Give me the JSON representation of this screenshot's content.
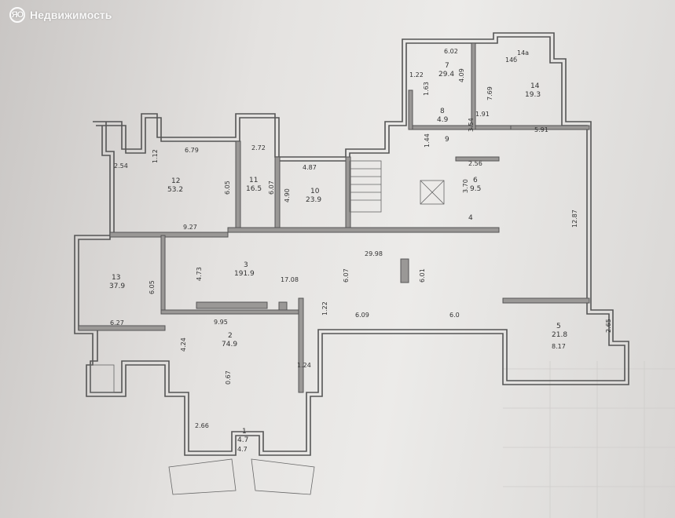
{
  "watermark": {
    "logo_text": "ЯО",
    "text": "Недвижимость"
  },
  "rooms": [
    {
      "id": "r1",
      "number": "1",
      "area": "4.7"
    },
    {
      "id": "r2",
      "number": "2",
      "area": "74.9"
    },
    {
      "id": "r3",
      "number": "3",
      "area": "191.9"
    },
    {
      "id": "r4",
      "number": "4",
      "area": ""
    },
    {
      "id": "r5",
      "number": "5",
      "area": "21.8"
    },
    {
      "id": "r6",
      "number": "6",
      "area": "9.5"
    },
    {
      "id": "r7",
      "number": "7",
      "area": "29.4"
    },
    {
      "id": "r8",
      "number": "8",
      "area": "4.9"
    },
    {
      "id": "r9",
      "number": "9",
      "area": ""
    },
    {
      "id": "r10",
      "number": "10",
      "area": "23.9"
    },
    {
      "id": "r11",
      "number": "11",
      "area": "16.5"
    },
    {
      "id": "r12",
      "number": "12",
      "area": "53.2"
    },
    {
      "id": "r13",
      "number": "13",
      "area": "37.9"
    },
    {
      "id": "r14",
      "number": "14",
      "area": "19.3"
    },
    {
      "id": "r14a",
      "number": "14a",
      "area": ""
    },
    {
      "id": "r14b",
      "number": "14б",
      "area": ""
    }
  ],
  "dimensions": [
    "6.02",
    "1.22",
    "4.09",
    "1.63",
    "7.69",
    "1.91",
    "3.54",
    "1.44",
    "5.91",
    "6.79",
    "2.72",
    "1.12",
    "2.54",
    "6.05",
    "6.07",
    "4.90",
    "4.87",
    "9.27",
    "2.56",
    "3.70",
    "12.87",
    "29.98",
    "4.73",
    "17.08",
    "6.07",
    "6.01",
    "6.05",
    "6.27",
    "9.95",
    "1.22",
    "6.09",
    "6.0",
    "2.65",
    "8.17",
    "4.24",
    "1.24",
    "0.67",
    "2.66",
    "4.7"
  ]
}
